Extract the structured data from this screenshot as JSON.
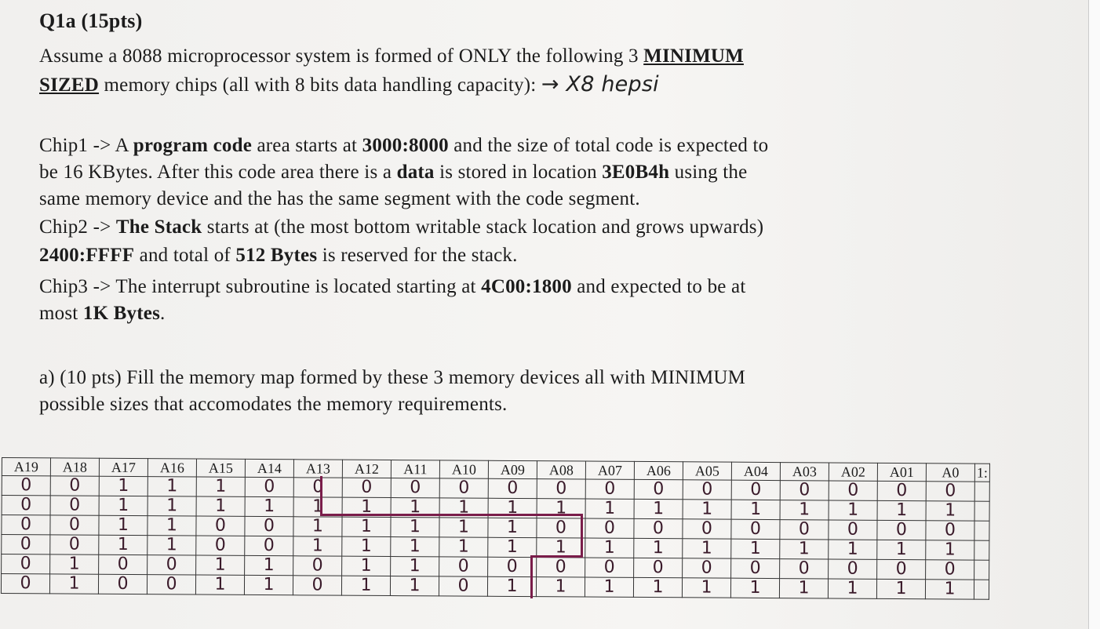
{
  "title": "Q1a (15pts)",
  "intro": {
    "l1": "Assume a 8088 microprocessor system is formed of ONLY the following 3 ",
    "l1b": "MINIMUM",
    "l2a": "SIZED",
    "l2b": " memory chips (all with 8 bits data handling capacity):",
    "annotation": "→ X8 hepsi"
  },
  "chip1": {
    "a": "Chip1 -> A ",
    "b": "program code",
    "c": " area starts at ",
    "d": "3000:8000",
    "e": " and the size of total code is expected to",
    "f": "be 16 KBytes",
    "g": ".  After this code area there is a ",
    "h": "data",
    "i": " is stored in location ",
    "j": "3E0B4h",
    "k": " using the",
    "l": "same memory device and the has the same segment with the code segment."
  },
  "chip2": {
    "a": "Chip2 -> ",
    "b": "The Stack",
    "c": " starts at (the most bottom writable stack location and grows upwards)",
    "d": "2400:FFFF",
    "e": " and total of ",
    "f": "512 Bytes",
    "g": " is reserved for the stack."
  },
  "chip3": {
    "a": "Chip3 -> The interrupt subroutine is located starting at ",
    "b": "4C00:1800",
    "c": " and expected to be at",
    "d": "most ",
    "e": "1K Bytes",
    "f": "."
  },
  "part_a": {
    "l1": "a) (10 pts) Fill the memory map formed by these 3 memory devices all with MINIMUM",
    "l2": "possible sizes that accomodates the memory requirements."
  },
  "table": {
    "headers": [
      "A19",
      "A18",
      "A17",
      "A16",
      "A15",
      "A14",
      "A13",
      "A12",
      "A11",
      "A10",
      "A09",
      "A08",
      "A07",
      "A06",
      "A05",
      "A04",
      "A03",
      "A02",
      "A01",
      "A0",
      "1:"
    ],
    "rows": [
      [
        "0",
        "0",
        "1",
        "1",
        "1",
        "0",
        "0",
        "0",
        "0",
        "0",
        "0",
        "0",
        "0",
        "0",
        "0",
        "0",
        "0",
        "0",
        "0",
        "0",
        ""
      ],
      [
        "0",
        "0",
        "1",
        "1",
        "1",
        "1",
        "1",
        "1",
        "1",
        "1",
        "1",
        "1",
        "1",
        "1",
        "1",
        "1",
        "1",
        "1",
        "1",
        "1",
        ""
      ],
      [
        "0",
        "0",
        "1",
        "1",
        "0",
        "0",
        "1",
        "1",
        "1",
        "1",
        "1",
        "0",
        "0",
        "0",
        "0",
        "0",
        "0",
        "0",
        "0",
        "0",
        ""
      ],
      [
        "0",
        "0",
        "1",
        "1",
        "0",
        "0",
        "1",
        "1",
        "1",
        "1",
        "1",
        "1",
        "1",
        "1",
        "1",
        "1",
        "1",
        "1",
        "1",
        "1",
        ""
      ],
      [
        "0",
        "1",
        "0",
        "0",
        "1",
        "1",
        "0",
        "1",
        "1",
        "0",
        "0",
        "0",
        "0",
        "0",
        "0",
        "0",
        "0",
        "0",
        "0",
        "0",
        ""
      ],
      [
        "0",
        "1",
        "0",
        "0",
        "1",
        "1",
        "0",
        "1",
        "1",
        "0",
        "1",
        "1",
        "1",
        "1",
        "1",
        "1",
        "1",
        "1",
        "1",
        "1",
        ""
      ]
    ]
  }
}
